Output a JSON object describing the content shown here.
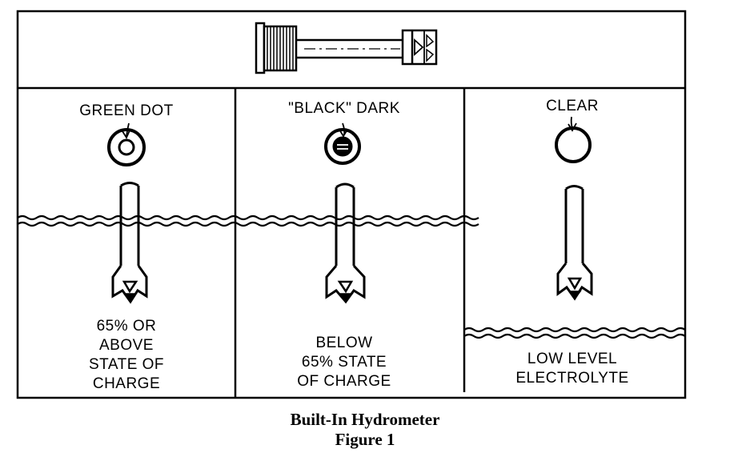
{
  "panels": [
    {
      "indicator_label": "GREEN DOT",
      "state_label": "65% OR\nABOVE\nSTATE OF\nCHARGE"
    },
    {
      "indicator_label": "\"BLACK\" DARK",
      "state_label": "BELOW\n65% STATE\nOF CHARGE"
    },
    {
      "indicator_label": "CLEAR",
      "state_label": "LOW LEVEL\nELECTROLYTE"
    }
  ],
  "caption": {
    "title": "Built-In Hydrometer",
    "figure": "Figure 1"
  }
}
